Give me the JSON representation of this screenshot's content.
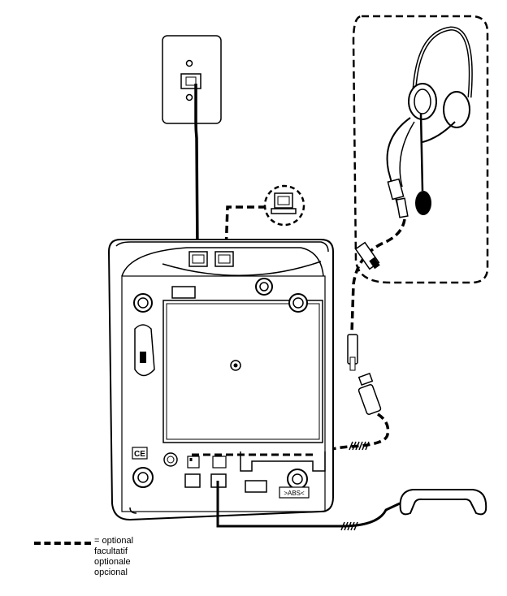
{
  "labels": {
    "ce_mark": "CE",
    "abs_mark": ">ABS<"
  },
  "legend": {
    "items": [
      "= optional",
      "facultatif",
      "optionale",
      "opcional"
    ]
  }
}
